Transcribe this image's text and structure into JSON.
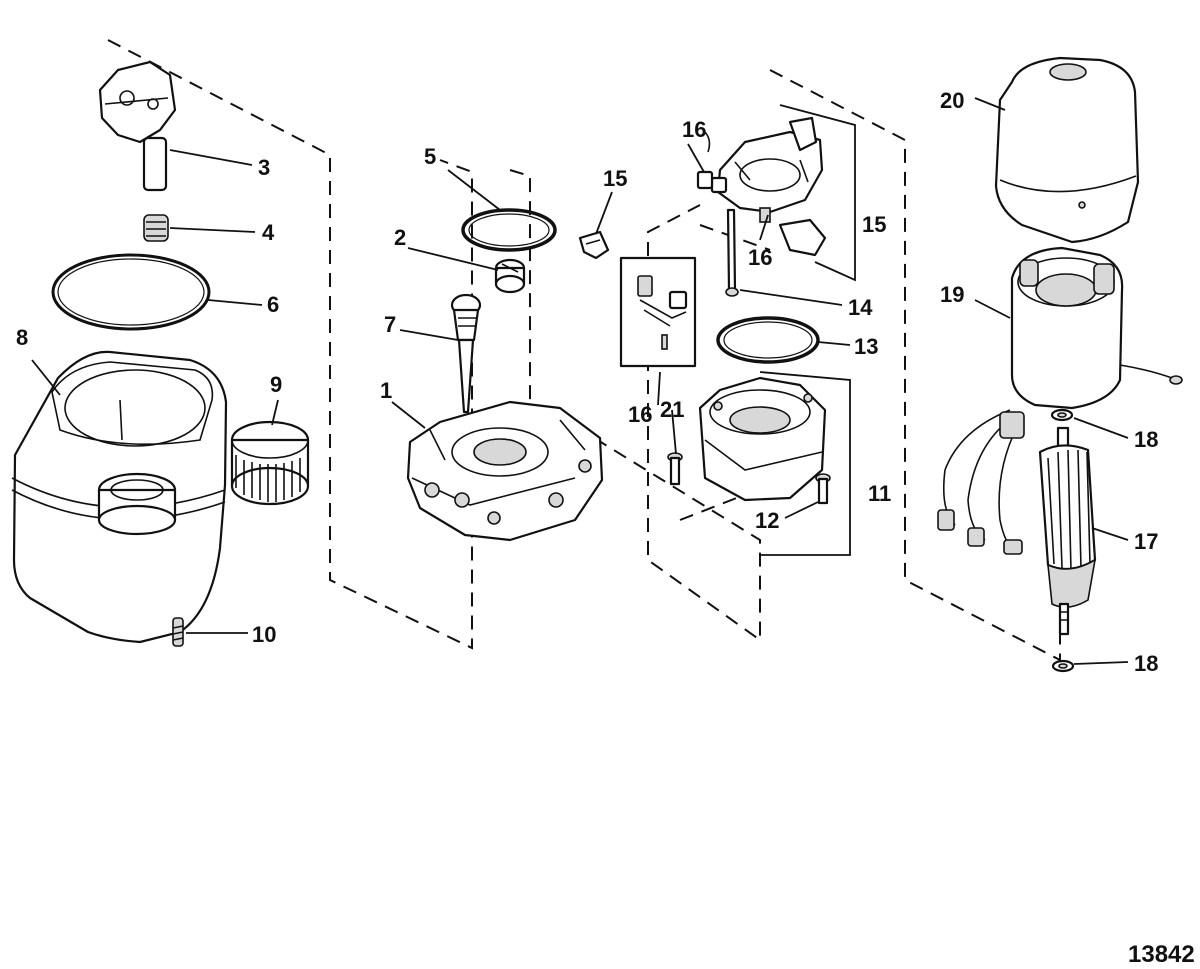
{
  "figure_number": "13842",
  "callouts": {
    "c1": "1",
    "c2": "2",
    "c3": "3",
    "c4": "4",
    "c5": "5",
    "c6": "6",
    "c7": "7",
    "c8": "8",
    "c9": "9",
    "c10": "10",
    "c11": "11",
    "c12": "12",
    "c13": "13",
    "c14": "14",
    "c15a": "15",
    "c15b": "15",
    "c16a": "16",
    "c16b": "16",
    "c16c": "16",
    "c17": "17",
    "c18a": "18",
    "c18b": "18",
    "c19": "19",
    "c20": "20",
    "c21": "21"
  }
}
